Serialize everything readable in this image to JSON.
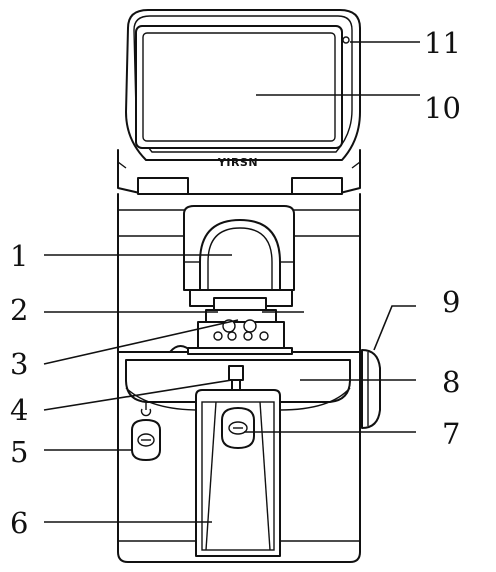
{
  "brand": "YIRSN",
  "callouts": [
    {
      "id": "1",
      "label": "1"
    },
    {
      "id": "2",
      "label": "2"
    },
    {
      "id": "3",
      "label": "3"
    },
    {
      "id": "4",
      "label": "4"
    },
    {
      "id": "5",
      "label": "5"
    },
    {
      "id": "6",
      "label": "6"
    },
    {
      "id": "7",
      "label": "7"
    },
    {
      "id": "8",
      "label": "8"
    },
    {
      "id": "9",
      "label": "9"
    },
    {
      "id": "10",
      "label": "10"
    },
    {
      "id": "11",
      "label": "11"
    }
  ],
  "icons": {
    "power_symbol": "power-icon"
  }
}
